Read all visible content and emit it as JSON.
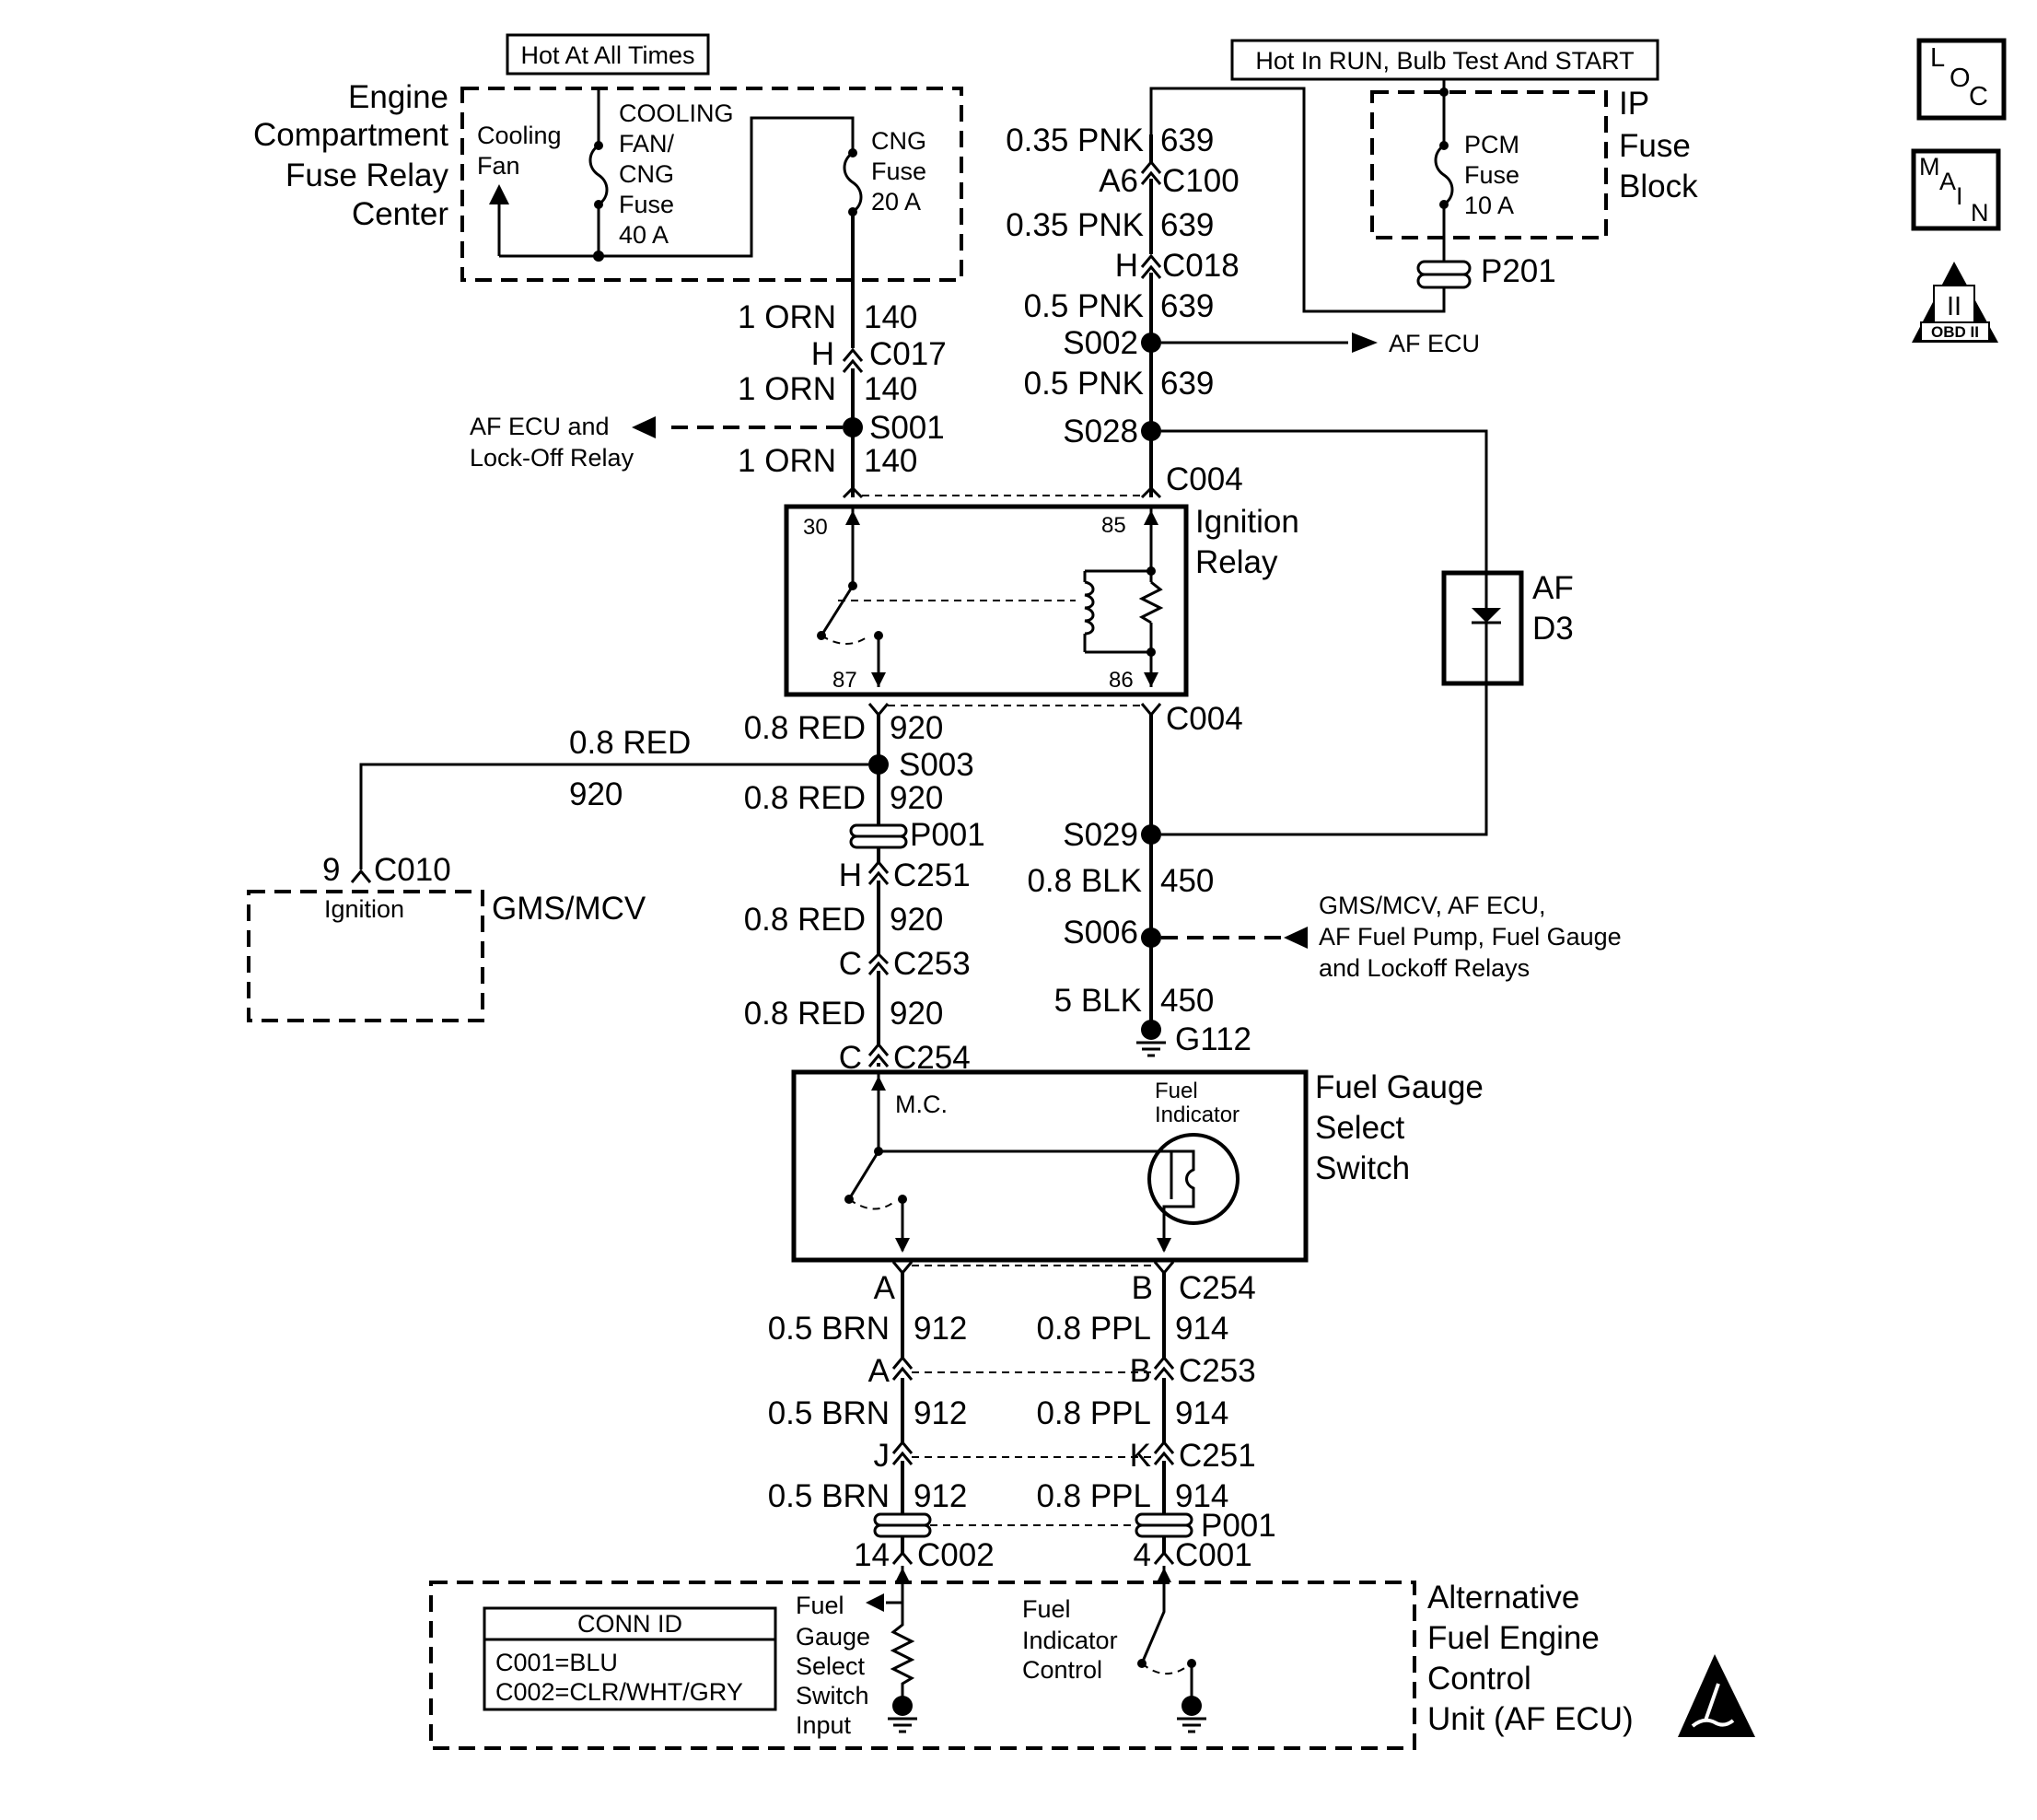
{
  "power": {
    "hot_at_all_times": "Hot At All Times",
    "hot_in_run": "Hot In RUN, Bulb Test And START"
  },
  "engine_fuse_center": {
    "title_lines": [
      "Engine",
      "Compartment",
      "Fuse Relay",
      "Center"
    ],
    "cooling_fan_lines": [
      "Cooling",
      "Fan"
    ],
    "cooling_fuse_lines": [
      "COOLING",
      "FAN/",
      "CNG",
      "Fuse",
      "40 A"
    ],
    "cng_fuse_lines": [
      "CNG",
      "Fuse",
      "20 A"
    ]
  },
  "ip_fuse_block": {
    "title_lines": [
      "IP",
      "Fuse",
      "Block"
    ],
    "pcm_fuse_lines": [
      "PCM",
      "Fuse",
      "10 A"
    ],
    "splice": "P201",
    "af_ecu_arrow": "AF ECU"
  },
  "icons": {
    "loc": [
      "L",
      "O",
      "C"
    ],
    "main": [
      "M",
      "A",
      "I",
      "N"
    ],
    "obd": {
      "symbol": "II",
      "label": "OBD II"
    }
  },
  "orn_circuit": {
    "wire_gauge": "1 ORN",
    "circuit": "140",
    "connector": "C017",
    "connector_pin": "H",
    "splice": "S001",
    "branch_label_lines": [
      "AF ECU and",
      "Lock-Off Relay"
    ]
  },
  "pnk_circuit": {
    "wires": [
      "0.35 PNK",
      "0.35 PNK",
      "0.5 PNK",
      "0.5 PNK"
    ],
    "circuit": "639",
    "c100_pin": "A6",
    "c100": "C100",
    "c018_pin": "H",
    "c018": "C018",
    "s002": "S002",
    "s028": "S028"
  },
  "ignition_relay": {
    "title_lines": [
      "Ignition",
      "Relay"
    ],
    "connector": "C004",
    "pins": {
      "p30": "30",
      "p85": "85",
      "p87": "87",
      "p86": "86"
    }
  },
  "diode": {
    "label_lines": [
      "AF",
      "D3"
    ]
  },
  "red_circuit": {
    "wire": "0.8 RED",
    "circuit": "920",
    "s003": "S003",
    "p001": "P001",
    "c251_pin": "H",
    "c251": "C251",
    "c253_pin": "C",
    "c253": "C253",
    "c254_pin": "C",
    "c254": "C254"
  },
  "gms_mcv": {
    "title": "GMS/MCV",
    "pin": "9",
    "connector": "C010",
    "input": "Ignition"
  },
  "blk_circuit": {
    "wire_08": "0.8 BLK",
    "wire_5": "5 BLK",
    "circuit": "450",
    "s029": "S029",
    "s006": "S006",
    "ground": "G112",
    "branch_label_lines": [
      "GMS/MCV, AF ECU,",
      "AF Fuel Pump, Fuel Gauge",
      "and Lockoff Relays"
    ]
  },
  "fuel_gauge_switch": {
    "title_lines": [
      "Fuel Gauge",
      "Select",
      "Switch"
    ],
    "mc_label": "M.C.",
    "indicator_lines": [
      "Fuel",
      "Indicator"
    ]
  },
  "lower_circuits": {
    "brn_wire": "0.5 BRN",
    "brn_circuit": "912",
    "ppl_wire": "0.8 PPL",
    "ppl_circuit": "914",
    "c254": "C254",
    "c253": "C253",
    "c251": "C251",
    "p001": "P001",
    "pins_left": [
      "A",
      "A",
      "J"
    ],
    "pins_right": [
      "B",
      "B",
      "K"
    ],
    "c002_pin": "14",
    "c002": "C002",
    "c001_pin": "4",
    "c001": "C001"
  },
  "af_ecu": {
    "title_lines": [
      "Alternative",
      "Fuel Engine",
      "Control",
      "Unit (AF ECU)"
    ],
    "conn_id_title": "CONN ID",
    "conn_id_rows": [
      "C001=BLU",
      "C002=CLR/WHT/GRY"
    ],
    "gauge_input_lines": [
      "Fuel",
      "Gauge",
      "Select",
      "Switch",
      "Input"
    ],
    "indicator_control_lines": [
      "Fuel",
      "Indicator",
      "Control"
    ]
  }
}
